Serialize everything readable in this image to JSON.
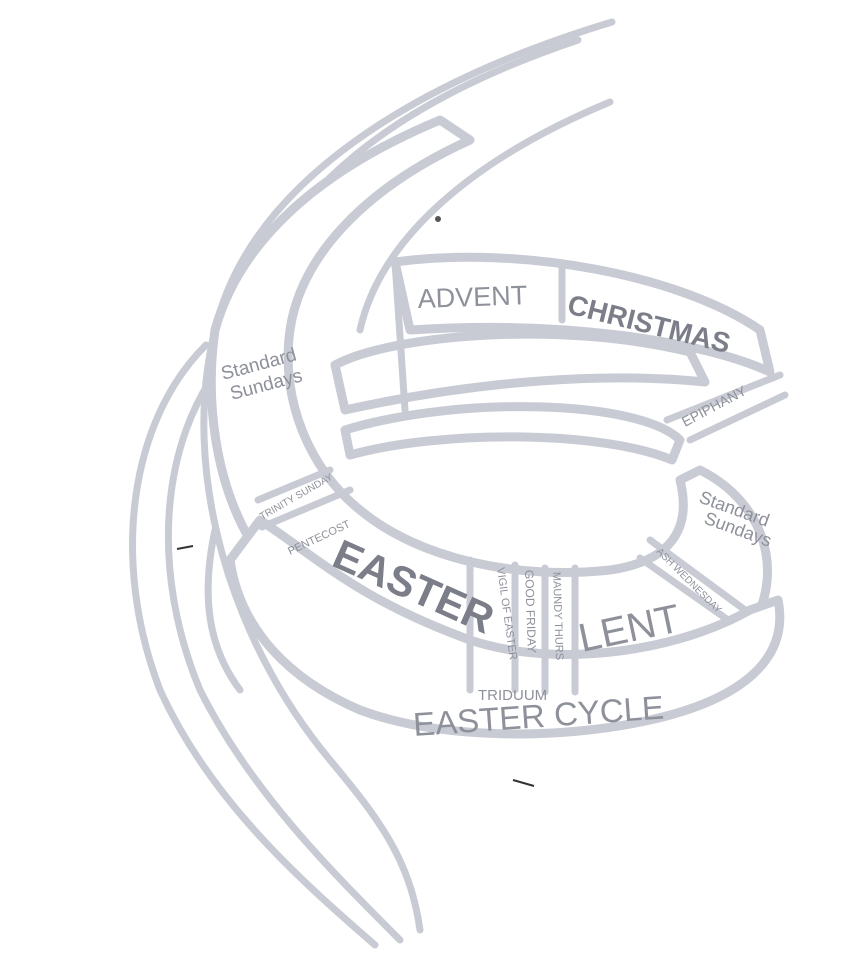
{
  "labels": {
    "advent": "ADVENT",
    "christmas": "CHRISTMAS",
    "epiphany": "EPIPHANY",
    "standard_sundays_left_line1": "Standard",
    "standard_sundays_left_line2": "Sundays",
    "standard_sundays_right_line1": "Standard",
    "standard_sundays_right_line2": "Sundays",
    "trinity_sunday": "TRINITY SUNDAY",
    "pentecost": "PENTECOST",
    "easter": "EASTER",
    "vigil_of_easter": "VIGIL OF EASTER",
    "good_friday": "GOOD FRIDAY",
    "maundy_thurs": "MAUNDY THURS",
    "lent": "LENT",
    "ash_wednesday": "ASH WEDNESDAY",
    "triduum": "TRIDUUM",
    "easter_cycle": "EASTER CYCLE"
  },
  "colors": {
    "line": "#c9cbd4",
    "text": "#8e909a",
    "background": "#ffffff"
  }
}
